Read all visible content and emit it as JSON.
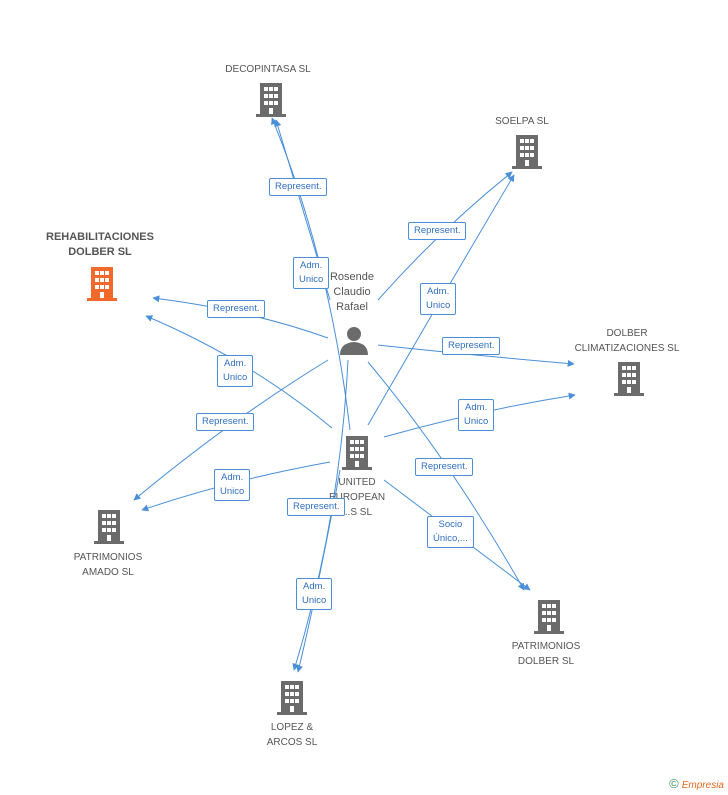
{
  "nodes": {
    "decopintasa": {
      "label": "DECOPINTASA SL"
    },
    "soelpa": {
      "label": "SOELPA SL"
    },
    "rehabilitaciones": {
      "label_line1": "REHABILITACIONES",
      "label_line2": "DOLBER SL"
    },
    "rosende": {
      "label_line1": "Rosende",
      "label_line2": "Claudio",
      "label_line3": "Rafael"
    },
    "dolber_clim": {
      "label_line1": "DOLBER",
      "label_line2": "CLIMATIZACIONES SL"
    },
    "united": {
      "label_line1": "UNITED",
      "label_line2": "EUROPEAN",
      "label_line3": "...S  SL"
    },
    "patrimonios_amado": {
      "label_line1": "PATRIMONIOS",
      "label_line2": "AMADO SL"
    },
    "patrimonios_dolber": {
      "label_line1": "PATRIMONIOS",
      "label_line2": "DOLBER SL"
    },
    "lopez_arcos": {
      "label_line1": "LOPEZ &",
      "label_line2": "ARCOS SL"
    }
  },
  "edges": {
    "e1": {
      "line1": "Represent."
    },
    "e2": {
      "line1": "Adm.",
      "line2": "Unico"
    },
    "e3": {
      "line1": "Represent."
    },
    "e4": {
      "line1": "Adm.",
      "line2": "Unico"
    },
    "e5": {
      "line1": "Represent."
    },
    "e6": {
      "line1": "Adm.",
      "line2": "Unico"
    },
    "e7": {
      "line1": "Represent."
    },
    "e8": {
      "line1": "Represent."
    },
    "e9": {
      "line1": "Adm.",
      "line2": "Unico"
    },
    "e10": {
      "line1": "Adm.",
      "line2": "Unico"
    },
    "e11": {
      "line1": "Represent."
    },
    "e12": {
      "line1": "Represent."
    },
    "e13": {
      "line1": "Socio",
      "line2": "Único,..."
    },
    "e14": {
      "line1": "Adm.",
      "line2": "Unico"
    }
  },
  "colors": {
    "edge": "#4a8fd8",
    "building": "#6b6b6b",
    "highlight": "#f26a2b",
    "person": "#6b6b6b"
  },
  "footer": {
    "symbol": "©",
    "brand": "Empresia"
  }
}
